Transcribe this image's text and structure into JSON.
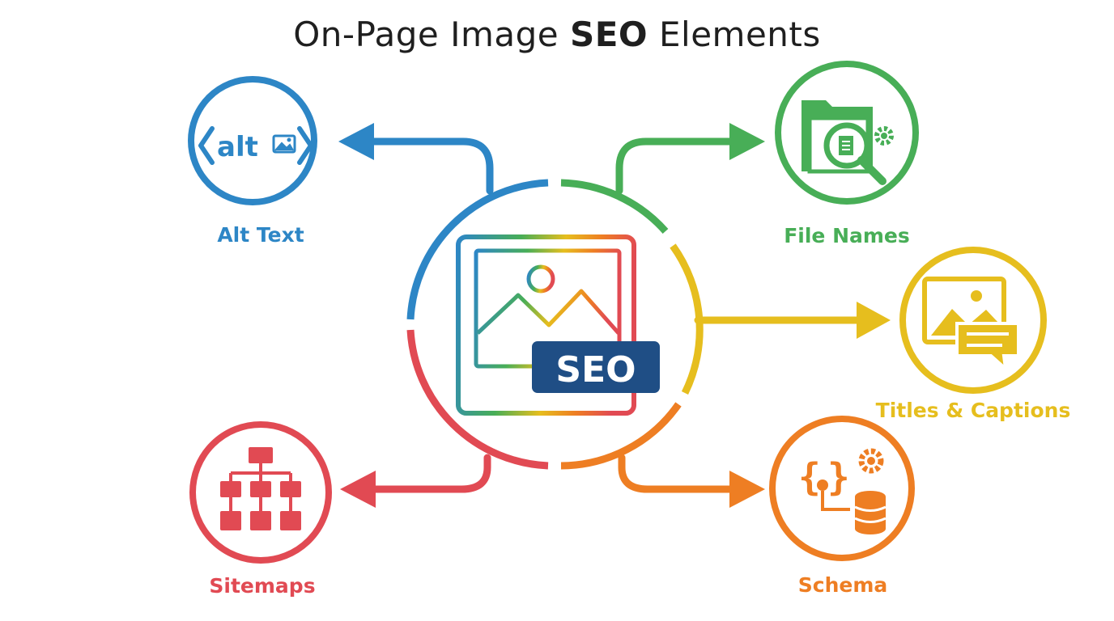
{
  "title": {
    "prefix": "On-Page Image ",
    "highlight": "SEO",
    "suffix": " Elements"
  },
  "center": {
    "badge": "SEO"
  },
  "nodes": {
    "alt_text": {
      "label": "Alt Text",
      "icon_text": "alt",
      "color": "#2D86C6"
    },
    "file_names": {
      "label": "File Names",
      "color": "#48AE57"
    },
    "titles_captions": {
      "label": "Titles & Captions",
      "color": "#E6BE1E"
    },
    "schema": {
      "label": "Schema",
      "color": "#EE7E23"
    },
    "sitemaps": {
      "label": "Sitemaps",
      "color": "#E14A53"
    }
  },
  "colors": {
    "blue": "#2D86C6",
    "green": "#48AE57",
    "yellow": "#E6BE1E",
    "orange": "#EE7E23",
    "red": "#E14A53",
    "badge_bg": "#1F4E85",
    "title_text": "#1f1f1f"
  }
}
